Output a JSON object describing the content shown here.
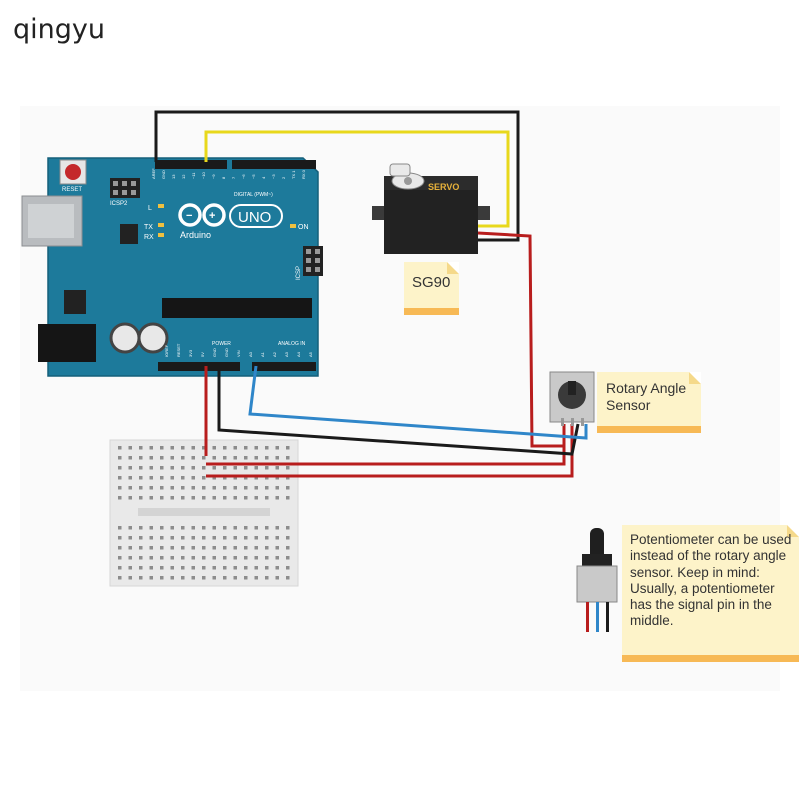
{
  "watermark": "qingyu",
  "board": {
    "reset_label": "RESET",
    "icsp2_label": "ICSP2",
    "icsp_label": "ICSP",
    "logo_name": "UNO",
    "brand": "Arduino",
    "l_label": "L",
    "tx_label": "TX",
    "rx_label": "RX",
    "on_label": "ON",
    "digital_label": "DIGITAL (PWM~)",
    "power_label": "POWER",
    "analog_label": "ANALOG IN",
    "top_pins": [
      "AREF",
      "GND",
      "13",
      "12",
      "~11",
      "~10",
      "~9",
      "8",
      "7",
      "~6",
      "~5",
      "4",
      "~3",
      "2",
      "TX 1",
      "RX 0"
    ],
    "bottom_pins": [
      "IOREF",
      "RESET",
      "3V3",
      "5V",
      "GND",
      "GND",
      "VIN",
      "A0",
      "A1",
      "A2",
      "A3",
      "A4",
      "A5"
    ]
  },
  "servo": {
    "label": "SERVO"
  },
  "notes": {
    "sg90": "SG90",
    "sensor": "Rotary Angle\nSensor",
    "potentiometer": "Potentiometer can be used instead of the rotary angle sensor. Keep in mind: Usually, a potentiometer has the signal pin in the middle."
  },
  "colors": {
    "board": "#1d7a9b",
    "wire_black": "#1a1a1a",
    "wire_red": "#b81d1d",
    "wire_yellow": "#e8d81c",
    "wire_blue": "#2f86c9",
    "note_bg": "#fdf3c9",
    "note_edge": "#f7b955"
  }
}
